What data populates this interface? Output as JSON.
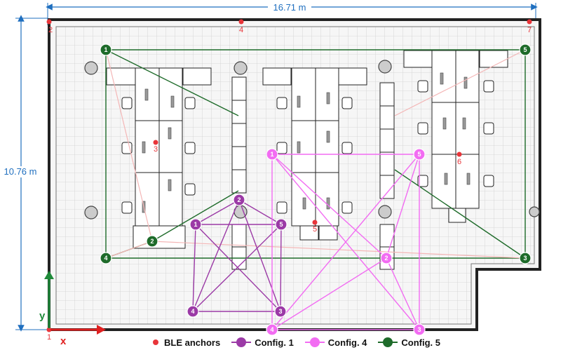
{
  "dimensions": {
    "width_label": "16.71 m",
    "height_label": "10.76 m"
  },
  "axes": {
    "x_label": "x",
    "y_label": "y",
    "origin_label": "1"
  },
  "colors": {
    "dimension": "#1f6fbf",
    "anchor": "#e8353a",
    "config1": "#9b3aa6",
    "config4": "#f26cf2",
    "config5": "#1e6b2a",
    "axis_x": "#e02020",
    "axis_y": "#1f8a3a"
  },
  "anchors": [
    {
      "label": "1"
    },
    {
      "label": "2"
    },
    {
      "label": "3"
    },
    {
      "label": "4"
    },
    {
      "label": "5"
    },
    {
      "label": "6"
    },
    {
      "label": "7"
    }
  ],
  "configs": [
    {
      "name": "Config. 1",
      "color": "#9b3aa6",
      "nodes": [
        "1",
        "2",
        "3",
        "4",
        "5"
      ]
    },
    {
      "name": "Config. 4",
      "color": "#f26cf2",
      "nodes": [
        "1",
        "2",
        "3",
        "4",
        "5"
      ]
    },
    {
      "name": "Config. 5",
      "color": "#1e6b2a",
      "nodes": [
        "1",
        "2",
        "3",
        "4",
        "5"
      ]
    }
  ],
  "legend": {
    "anchors_label": "BLE anchors",
    "config1_label": "Config. 1",
    "config4_label": "Config. 4",
    "config5_label": "Config. 5"
  }
}
